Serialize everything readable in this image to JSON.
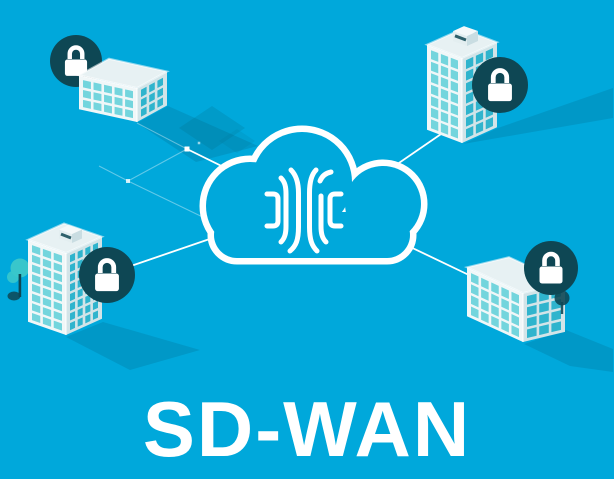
{
  "title": "SD-WAN",
  "colors": {
    "background": "#00a8db",
    "line": "#ffffff",
    "cloud_outline": "#ffffff",
    "badge": "#0e4754",
    "lock": "#ffffff",
    "face_light": "#f0f7f8",
    "face_shade": "#d2e4e8",
    "roof": "#e7f1f3",
    "pent_left": "#e3eef0",
    "pent_right": "#c9dde2",
    "pent_roof": "#f4f9fa",
    "window_light": "#73d5dd",
    "window_shade": "#2fb4cd",
    "shadow": "#00546e",
    "tree": "#39c6cb",
    "tree_dark": "#0e4754",
    "accent_diamond": "#0086b0",
    "title_color": "#ffffff"
  },
  "icons": {
    "cloud": "cloud-outline",
    "lock": "padlock",
    "fabric": "network-fingerprint-mark",
    "building": "isometric-office",
    "tree": "round-tree",
    "node": "mesh-node-square"
  },
  "sites": [
    {
      "id": "top-left",
      "secured": true
    },
    {
      "id": "top-right",
      "secured": true
    },
    {
      "id": "bottom-left",
      "secured": true
    },
    {
      "id": "bottom-right",
      "secured": true
    }
  ]
}
